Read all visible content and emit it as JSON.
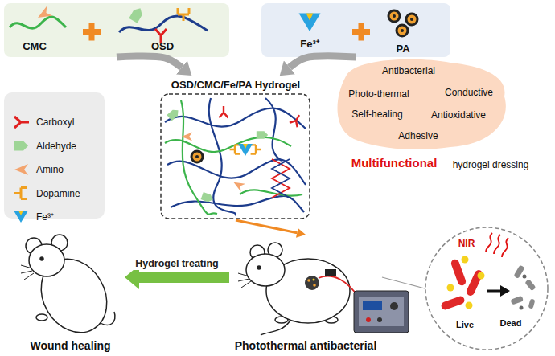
{
  "diagram": {
    "nodes": [
      {
        "text": [
          "CMC",
          "OSD"
        ]
      },
      {
        "text": [
          "Fe³⁺",
          "PA"
        ]
      },
      {
        "text": [
          "OSD/CMC/Fe/PA Hydrogel"
        ]
      },
      {
        "text": [
          "Antibacterial",
          "Photo-thermal",
          "Conductive",
          "Self-healing",
          "Antioxidative",
          "Adhesive",
          "Multifunctional",
          "hydrogel dressing"
        ]
      },
      {
        "text": [
          "Wound healing"
        ]
      },
      {
        "text": [
          "Photothermal antibacterial"
        ]
      },
      {
        "text": [
          "NIR",
          "Live",
          "Dead"
        ]
      }
    ],
    "edges": [
      {
        "from": 0,
        "to": 2,
        "arrow": "to"
      },
      {
        "from": 1,
        "to": 2,
        "arrow": "to"
      },
      {
        "from": 2,
        "to": 5,
        "arrow": "to"
      },
      {
        "from": 5,
        "to": 4,
        "arrow": "to",
        "label": "Hydrogel treating"
      },
      {
        "from": 5,
        "to": 6,
        "arrow": "none"
      }
    ],
    "legend": [
      {
        "text": "Carboxyl"
      },
      {
        "text": "Aldehyde"
      },
      {
        "text": "Amino"
      },
      {
        "text": "Dopamine"
      },
      {
        "text": "Fe³⁺"
      }
    ]
  }
}
